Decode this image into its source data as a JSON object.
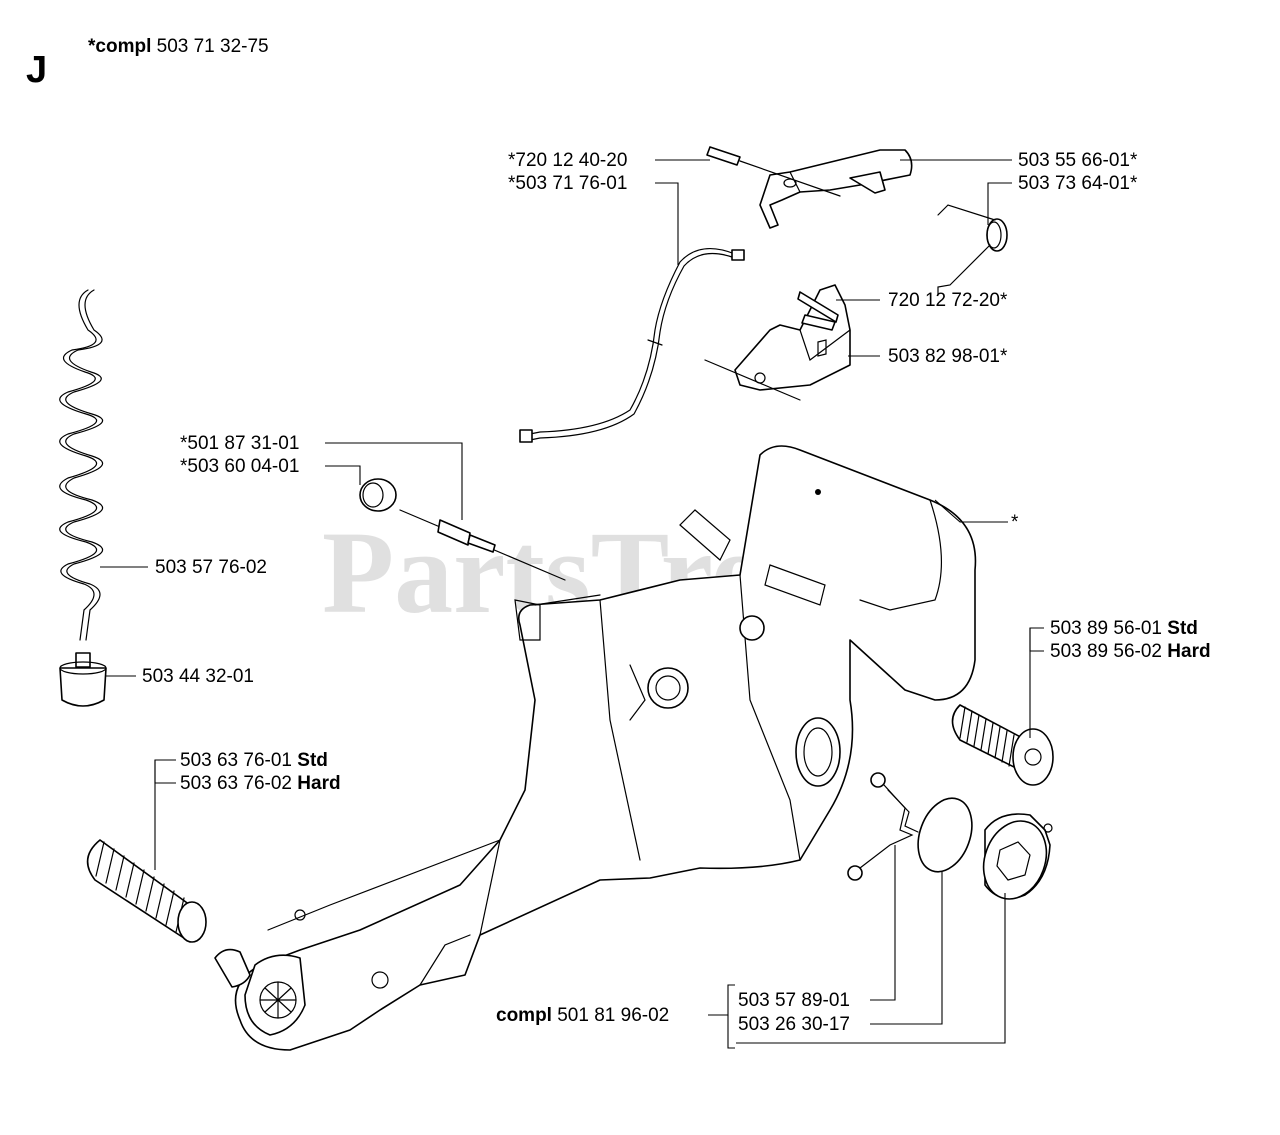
{
  "section_letter": "J",
  "header": {
    "prefix": "*compl",
    "number": "503 71 32-75"
  },
  "watermark": {
    "text": "PartsTree",
    "tm": "™"
  },
  "labels": {
    "l1": "*720 12 40-20",
    "l2": "*503 71 76-01",
    "l3": "503 55 66-01*",
    "l4": "503 73 64-01*",
    "l5": "503 82 98-01*",
    "l6": "720 12 72-20*",
    "l7": "*501 87 31-01",
    "l8": "*503 60 04-01",
    "l9": "*",
    "l10": "503 57 76-02",
    "l11": "503 44 32-01",
    "l12": {
      "number": "503 89 56-01",
      "suffix": "Std"
    },
    "l13": {
      "number": "503 89 56-02",
      "suffix": "Hard"
    },
    "l14": {
      "number": "503 63 76-01",
      "suffix": "Std"
    },
    "l15": {
      "number": "503 63 76-02",
      "suffix": "Hard"
    },
    "l16": {
      "prefix": "compl",
      "number": "501 81 96-02"
    },
    "l17": "503 57 89-01",
    "l18": "503 26 30-17"
  }
}
